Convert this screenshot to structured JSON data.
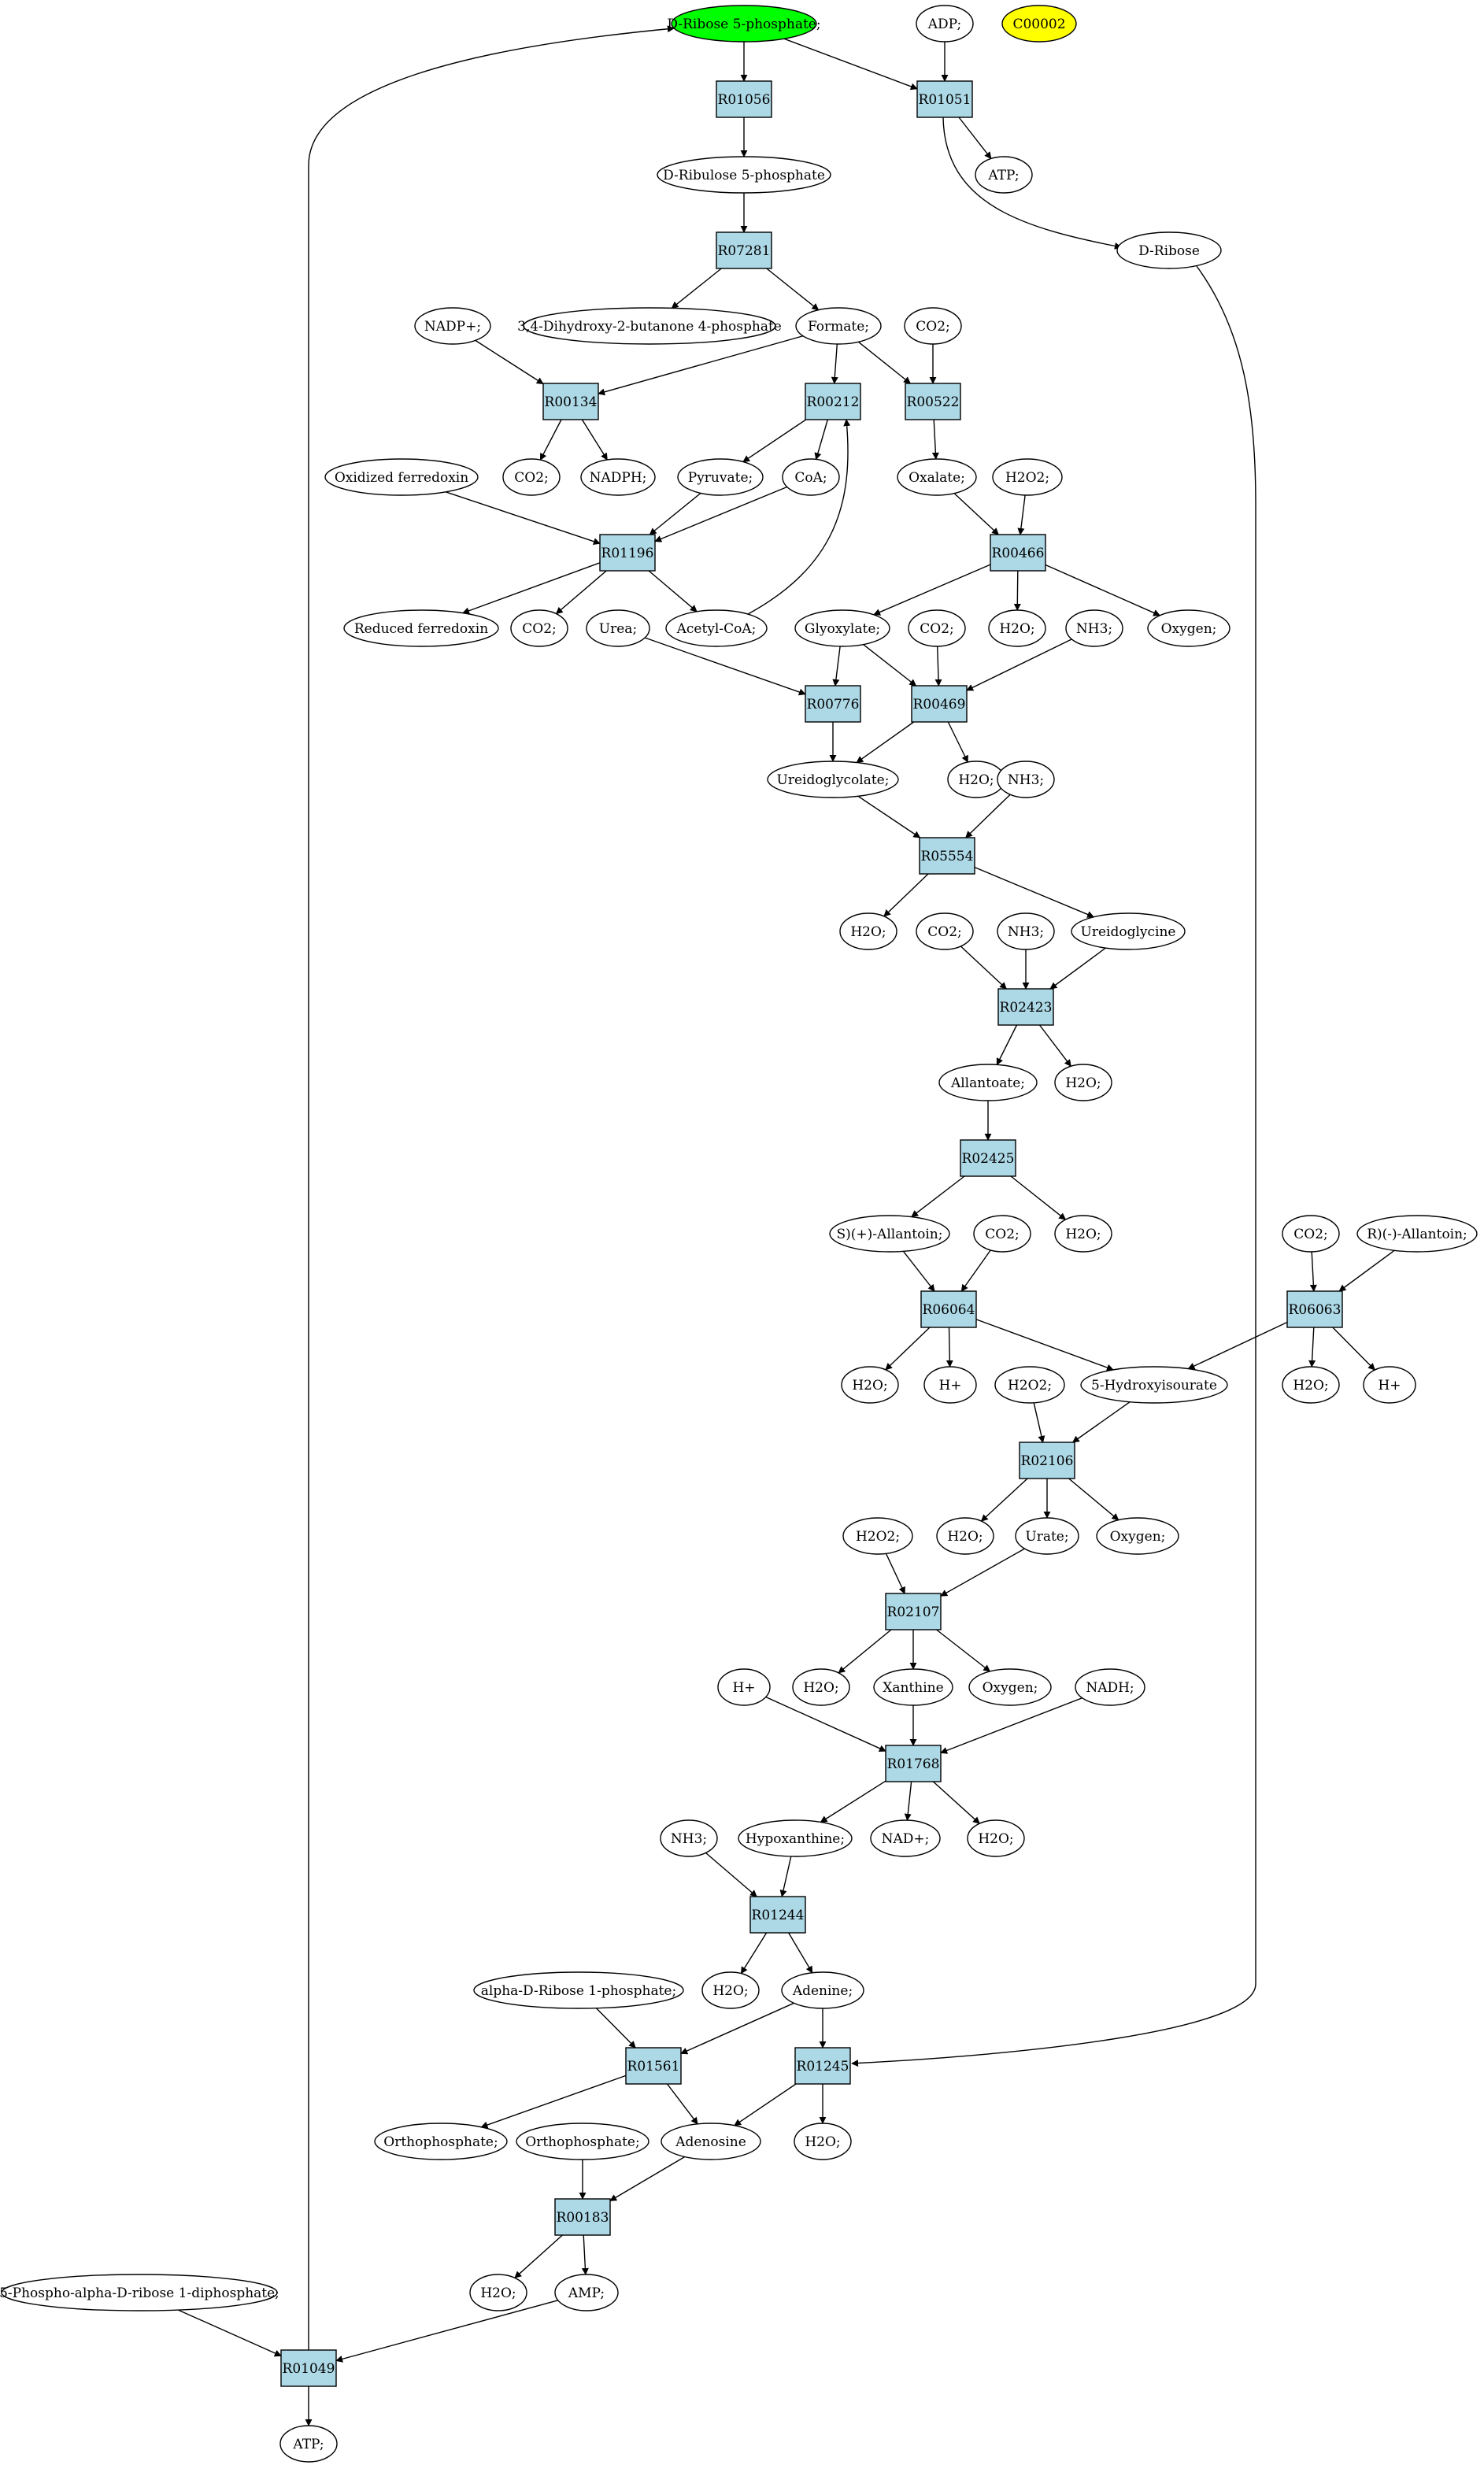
{
  "reactions": {
    "R01056": "R01056",
    "R01051": "R01051",
    "R07281": "R07281",
    "R00134": "R00134",
    "R00212": "R00212",
    "R00522": "R00522",
    "R01196": "R01196",
    "R00466": "R00466",
    "R00776": "R00776",
    "R00469": "R00469",
    "R05554": "R05554",
    "R02423": "R02423",
    "R02425": "R02425",
    "R06064": "R06064",
    "R06063": "R06063",
    "R02106": "R02106",
    "R02107": "R02107",
    "R01768": "R01768",
    "R01244": "R01244",
    "R01561": "R01561",
    "R01245": "R01245",
    "R00183": "R00183",
    "R01049": "R01049"
  },
  "compounds": {
    "dribose5p": "D-Ribose 5-phosphate;",
    "c00002": "C00002",
    "adp": "ADP;",
    "atp1": "ATP;",
    "dribulose5p": "D-Ribulose 5-phosphate",
    "dribose": "D-Ribose",
    "dihydroxybutanone": "3,4-Dihydroxy-2-butanone 4-phosphate",
    "nadpplus": "NADP+;",
    "formate": "Formate;",
    "co2_a": "CO2;",
    "co2_b": "CO2;",
    "nadph": "NADPH;",
    "oxferr": "Oxidized ferredoxin",
    "pyruvate": "Pyruvate;",
    "coa": "CoA;",
    "oxalate": "Oxalate;",
    "h2o2_a": "H2O2;",
    "redferr": "Reduced ferredoxin",
    "co2_c": "CO2;",
    "urea": "Urea;",
    "acetylcoa": "Acetyl-CoA;",
    "glyoxylate": "Glyoxylate;",
    "co2_d": "CO2;",
    "h2o_a": "H2O;",
    "nh3_a": "NH3;",
    "oxygen_a": "Oxygen;",
    "ureidoglycolate": "Ureidoglycolate;",
    "h2o_b": "H2O;",
    "nh3_b": "NH3;",
    "h2o_c": "H2O;",
    "co2_e": "CO2;",
    "nh3_c": "NH3;",
    "ureidoglycine": "Ureidoglycine",
    "allantoate": "Allantoate;",
    "h2o_d": "H2O;",
    "sallantoin": "S)(+)-Allantoin;",
    "co2_f": "CO2;",
    "h2o_e": "H2O;",
    "co2_g": "CO2;",
    "rallantoin": "R)(-)-Allantoin;",
    "h2o_f": "H2O;",
    "hplus_a": "H+",
    "h2o2_b": "H2O2;",
    "hydroxyisourate": "5-Hydroxyisourate",
    "h2o_g": "H2O;",
    "hplus_b": "H+",
    "h2o2_c": "H2O2;",
    "h2o_h": "H2O;",
    "urate": "Urate;",
    "oxygen_b": "Oxygen;",
    "hplus_c": "H+",
    "h2o_i": "H2O;",
    "xanthine": "Xanthine",
    "oxygen_c": "Oxygen;",
    "nadh": "NADH;",
    "nh3_d": "NH3;",
    "hypoxanthine": "Hypoxanthine;",
    "nadplus": "NAD+;",
    "h2o_j": "H2O;",
    "alpharib1p": "alpha-D-Ribose 1-phosphate;",
    "h2o_k": "H2O;",
    "adenine": "Adenine;",
    "orthophos_a": "Orthophosphate;",
    "orthophos_b": "Orthophosphate;",
    "adenosine": "Adenosine",
    "h2o_l": "H2O;",
    "prpp": "5-Phospho-alpha-D-ribose 1-diphosphate;",
    "h2o_m": "H2O;",
    "amp": "AMP;",
    "atp2": "ATP;"
  },
  "colors": {
    "reaction_fill": "#add8e6",
    "highlight_start": "#00ff00",
    "highlight_query": "#ffff00",
    "compound_fill": "#ffffff",
    "stroke": "#000000"
  }
}
